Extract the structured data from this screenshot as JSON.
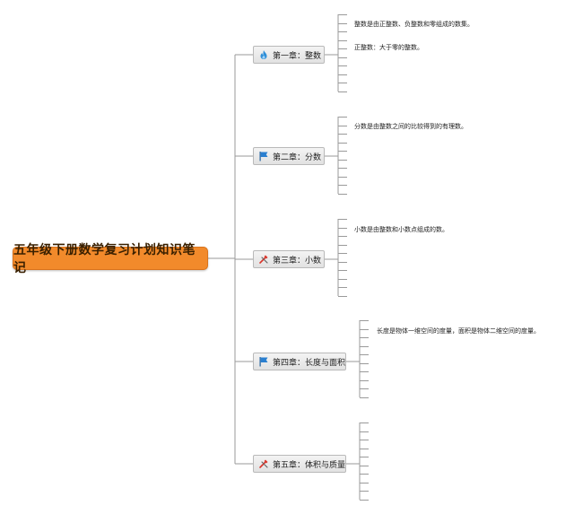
{
  "root": {
    "label": "五年级下册数学复习计划知识笔记"
  },
  "chapters": [
    {
      "label": "第一章：整数",
      "icon": "flame-icon",
      "icon_color": "#2f8fd8",
      "notes": [
        "整数是由正整数、负整数和零组成的数集。",
        "正整数：大于零的整数。"
      ]
    },
    {
      "label": "第二章：分数",
      "icon": "flag-icon",
      "icon_color": "#2a7fd0",
      "notes": [
        "分数是由整数之间的比较得到的有理数。"
      ]
    },
    {
      "label": "第三章：小数",
      "icon": "tools-icon",
      "icon_color": "#d9352b",
      "notes": [
        "小数是由整数和小数点组成的数。"
      ]
    },
    {
      "label": "第四章：长度与面积",
      "icon": "flag-icon",
      "icon_color": "#2a7fd0",
      "notes": [
        "长度是物体一维空间的度量，面积是物体二维空间的度量。"
      ]
    },
    {
      "label": "第五章：体积与质量",
      "icon": "tools-icon",
      "icon_color": "#d9352b",
      "notes": []
    }
  ],
  "colors": {
    "root_fill": "#f28a2b",
    "connector": "#9a9a9a"
  }
}
